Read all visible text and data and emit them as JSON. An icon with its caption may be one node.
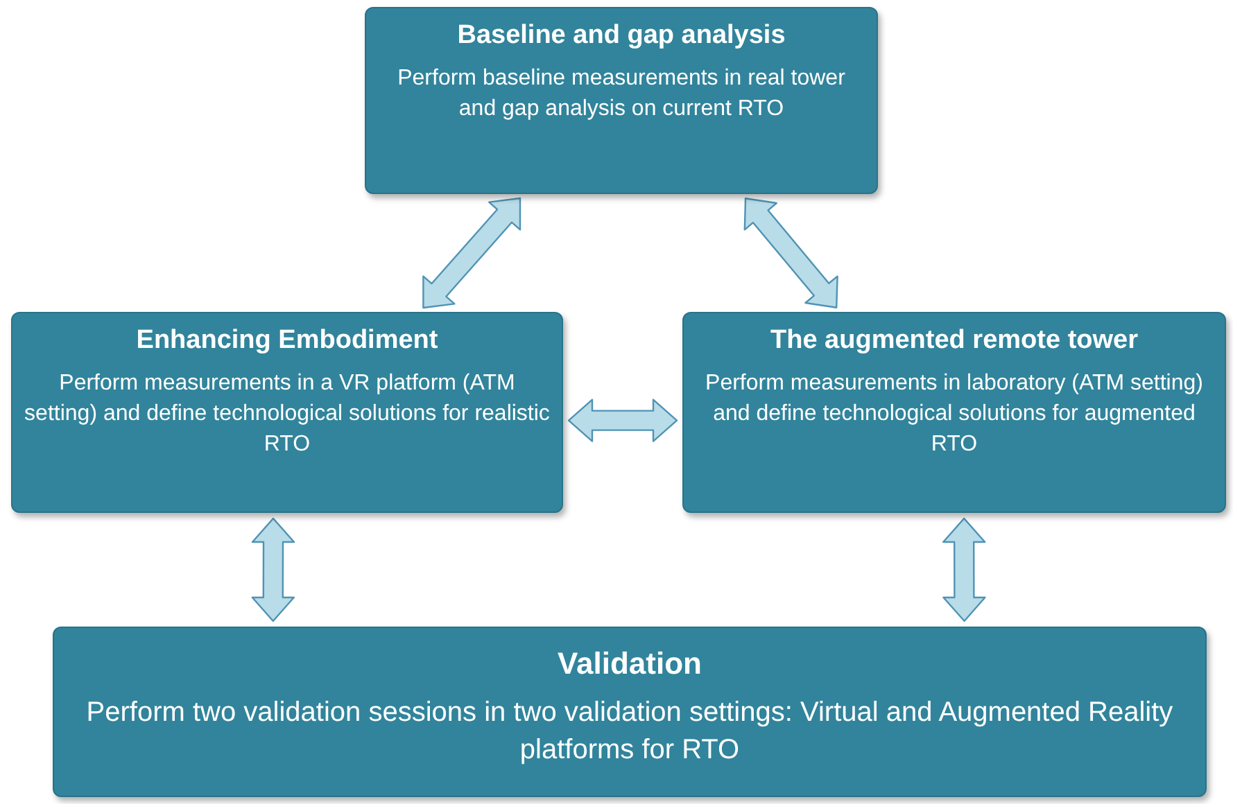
{
  "diagram": {
    "nodes": [
      {
        "text": [
          "Baseline and gap analysis",
          "Perform baseline measurements in real tower and gap analysis on current RTO"
        ]
      },
      {
        "text": [
          "Enhancing  Embodiment",
          "Perform measurements in a VR platform (ATM setting) and define technological solutions for realistic RTO"
        ]
      },
      {
        "text": [
          "The augmented remote tower",
          "Perform measurements in laboratory (ATM setting) and define technological solutions for augmented RTO"
        ]
      },
      {
        "text": [
          "Validation",
          "Perform two validation sessions in two validation settings: Virtual and Augmented Reality platforms for RTO"
        ]
      }
    ],
    "edges": [
      {
        "from": 0,
        "to": 1,
        "arrow": "both"
      },
      {
        "from": 0,
        "to": 2,
        "arrow": "both"
      },
      {
        "from": 1,
        "to": 2,
        "arrow": "both"
      },
      {
        "from": 1,
        "to": 3,
        "arrow": "both"
      },
      {
        "from": 2,
        "to": 3,
        "arrow": "both"
      }
    ]
  }
}
